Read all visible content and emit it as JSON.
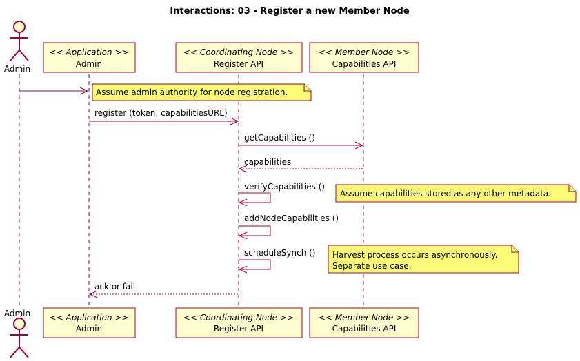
{
  "title": "Interactions: 03 - Register a new Member Node",
  "colors": {
    "border": "#A80036",
    "participant_fill": "#FEFECE",
    "note_fill": "#FBFB77"
  },
  "participants": [
    {
      "id": "admin_actor",
      "type": "actor",
      "label": "Admin"
    },
    {
      "id": "admin_app",
      "type": "participant",
      "stereotype": "<< Application >>",
      "label": "Admin"
    },
    {
      "id": "register_api",
      "type": "participant",
      "stereotype": "<< Coordinating Node >>",
      "label": "Register API"
    },
    {
      "id": "capabilities_api",
      "type": "participant",
      "stereotype": "<< Member Node >>",
      "label": "Capabilities API"
    }
  ],
  "messages": [
    {
      "from": "admin_actor",
      "to": "admin_app",
      "label": "",
      "style": "solid"
    },
    {
      "from": "admin_app",
      "to": "register_api",
      "label": "register (token, capabilitiesURL)",
      "style": "solid"
    },
    {
      "from": "register_api",
      "to": "capabilities_api",
      "label": "getCapabilities ()",
      "style": "solid"
    },
    {
      "from": "capabilities_api",
      "to": "register_api",
      "label": "capabilities",
      "style": "dotted"
    },
    {
      "from": "register_api",
      "to": "register_api",
      "label": "verifyCapabilities ()",
      "style": "solid"
    },
    {
      "from": "register_api",
      "to": "register_api",
      "label": "addNodeCapabilities ()",
      "style": "solid"
    },
    {
      "from": "register_api",
      "to": "register_api",
      "label": "scheduleSynch ()",
      "style": "solid"
    },
    {
      "from": "register_api",
      "to": "admin_app",
      "label": "ack or fail",
      "style": "dotted"
    }
  ],
  "notes": [
    {
      "lines": [
        "Assume admin authority for node registration."
      ]
    },
    {
      "lines": [
        "Assume capabilities stored as any other metadata."
      ]
    },
    {
      "lines": [
        "Harvest process occurs asynchronously.",
        "Separate use case."
      ]
    }
  ]
}
